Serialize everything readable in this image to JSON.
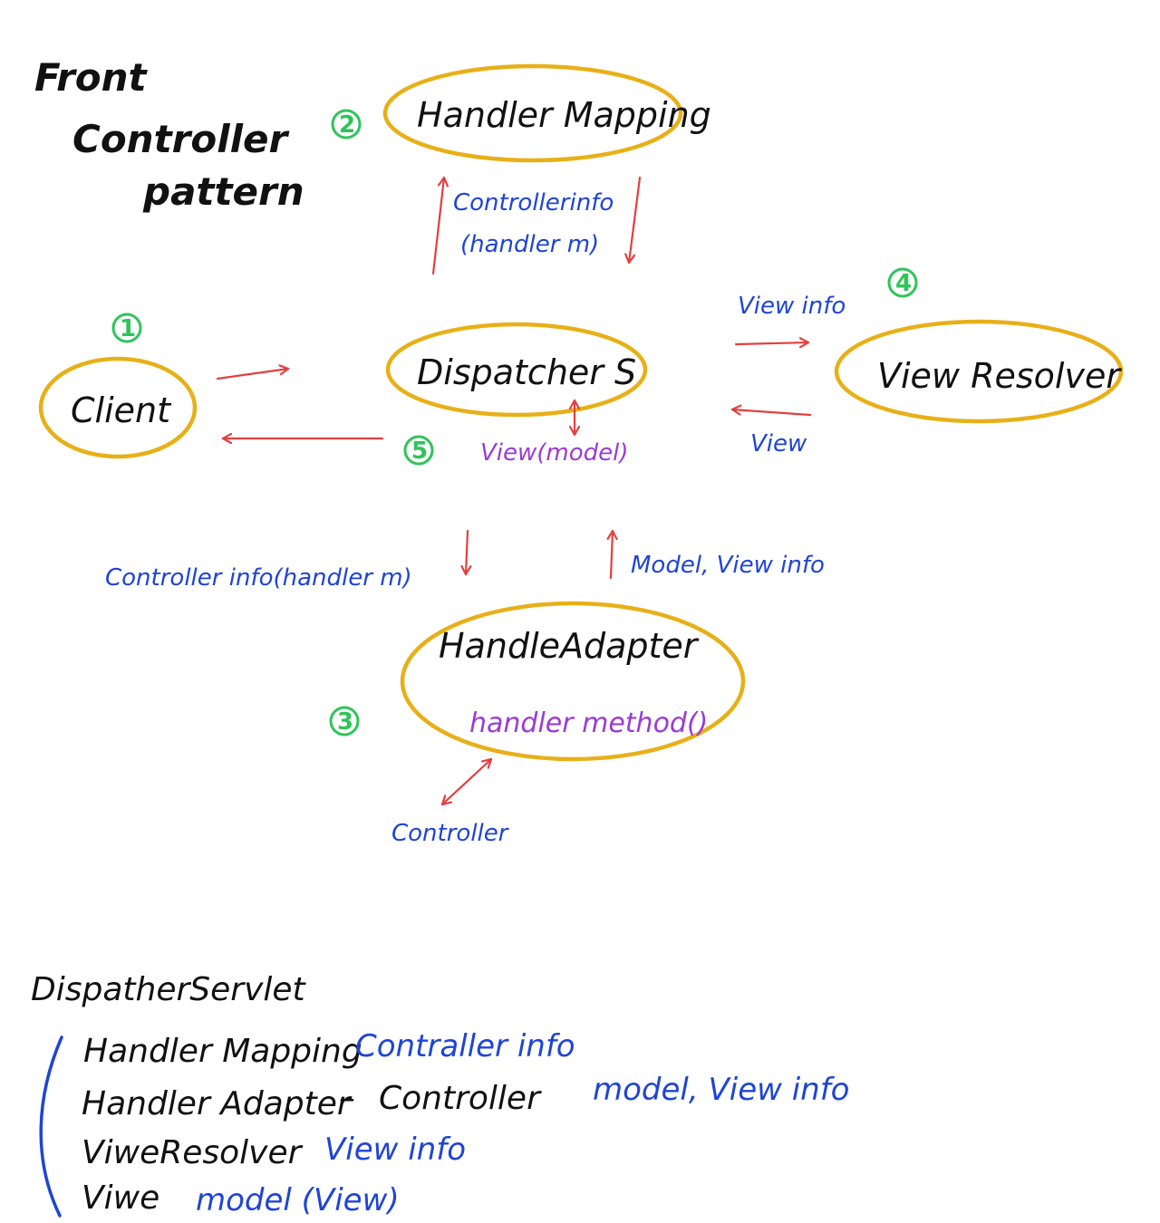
{
  "title": {
    "line1": "Front",
    "line2": "Controller",
    "line3": "pattern"
  },
  "colors": {
    "ellipse": "#e8b018",
    "arrow": "#e24040",
    "blue_text": "#1f44d6",
    "purple_text": "#9b3bd6",
    "green_badge": "#2fc45a",
    "black_text": "#111111"
  },
  "nodes": {
    "handler_mapping": "Handler Mapping",
    "dispatcher": "Dispatcher S",
    "client": "Client",
    "view_resolver": "View Resolver",
    "handle_adapter": "HandleAdapter",
    "handler_method": "handler method()"
  },
  "badges": {
    "client": "1",
    "handler_mapping": "2",
    "handle_adapter": "3",
    "view_resolver": "4",
    "response": "5"
  },
  "edges": {
    "mapping_info_line1": "Controllerinfo",
    "mapping_info_line2": "(handler m)",
    "view_info": "View info",
    "view": "View",
    "view_model": "View(model)",
    "adapter_request": "Controller info(handler m)",
    "adapter_response": "Model, View info",
    "controller": "Controller"
  },
  "legend": {
    "title": "DispatherServlet",
    "rows": [
      {
        "name": "Handler Mapping",
        "note": "Contraller info"
      },
      {
        "name": "Handler Adapter",
        "dash": "–",
        "middle": "Controller",
        "note": "model, View info"
      },
      {
        "name": "ViweResolver",
        "note": "View info"
      },
      {
        "name": "Viwe",
        "note": "model (View)"
      }
    ]
  }
}
